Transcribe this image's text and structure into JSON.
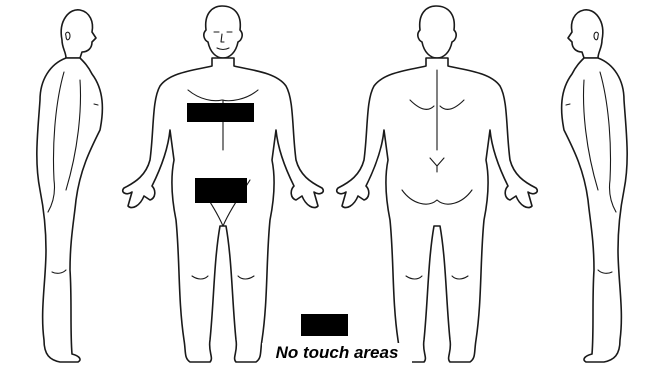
{
  "legend": {
    "label": "No touch areas",
    "swatch_color": "#000000"
  },
  "figures": [
    {
      "view": "side-left"
    },
    {
      "view": "front"
    },
    {
      "view": "back"
    },
    {
      "view": "side-right"
    }
  ],
  "colors": {
    "outline": "#1a1a1a",
    "background": "#ffffff",
    "marker": "#000000"
  }
}
